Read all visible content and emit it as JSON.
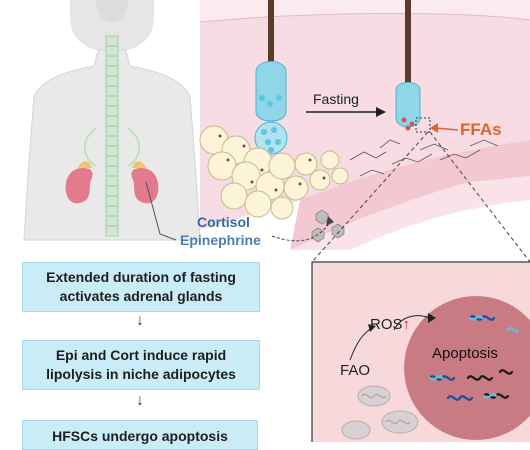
{
  "labels": {
    "fasting": "Fasting",
    "ffas": "FFAs",
    "cortisol": "Cortisol",
    "epinephrine": "Epinephrine",
    "ros": "ROS",
    "ros_arrow": "↑",
    "fao": "FAO",
    "apoptosis": "Apoptosis"
  },
  "steps": [
    {
      "line1": "Extended duration of fasting",
      "line2": "activates adrenal glands"
    },
    {
      "line1": "Epi and Cort induce rapid",
      "line2": "lipolysis in niche adipocytes"
    },
    {
      "line1": "HFSCs undergo apoptosis",
      "line2": ""
    }
  ],
  "colors": {
    "step_box": "#c9ecf7",
    "cortisol_text": "#2d6fa3",
    "epinephrine_text": "#4a7fb0",
    "ffas_text": "#e0622a",
    "ros_arrow": "#d22a2a",
    "cell_circle": "#c97b84",
    "inset_bg": "#f7d9dc",
    "adrenal": "#e5728a",
    "hair": "#5a3a28",
    "stem_cell": "#5cc6e0"
  },
  "icons": [
    "body-silhouette-icon",
    "spine-icon",
    "kidney-icon",
    "adrenal-gland-icon",
    "hair-follicle-icon",
    "adipocyte-icon",
    "mitochondria-icon",
    "dna-fragment-icon"
  ]
}
